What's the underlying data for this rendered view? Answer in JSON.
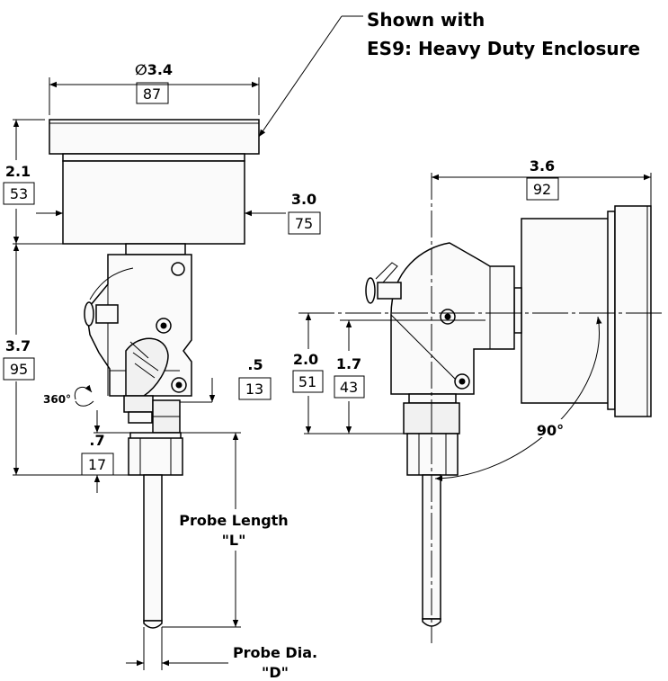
{
  "note": {
    "line1": "Shown with",
    "line2": "ES9: Heavy Duty Enclosure"
  },
  "front_view": {
    "dia_label": "∅3.4",
    "dia_mm": "87",
    "case_depth_in": "2.1",
    "case_depth_mm": "53",
    "case_width_in": "3.0",
    "case_width_mm": "75",
    "overall_in": "3.7",
    "overall_mm": "95",
    "rotation": "360°",
    "nut_in": ".5",
    "nut_mm": "13",
    "hex_in": ".7",
    "hex_mm": "17",
    "probe_length_label": "Probe Length",
    "probe_length_code": "\"L\"",
    "probe_dia_label": "Probe Dia.",
    "probe_dia_code": "\"D\""
  },
  "side_view": {
    "width_in": "3.6",
    "width_mm": "92",
    "h1_in": "2.0",
    "h1_mm": "51",
    "h2_in": "1.7",
    "h2_mm": "43",
    "angle": "90°"
  }
}
